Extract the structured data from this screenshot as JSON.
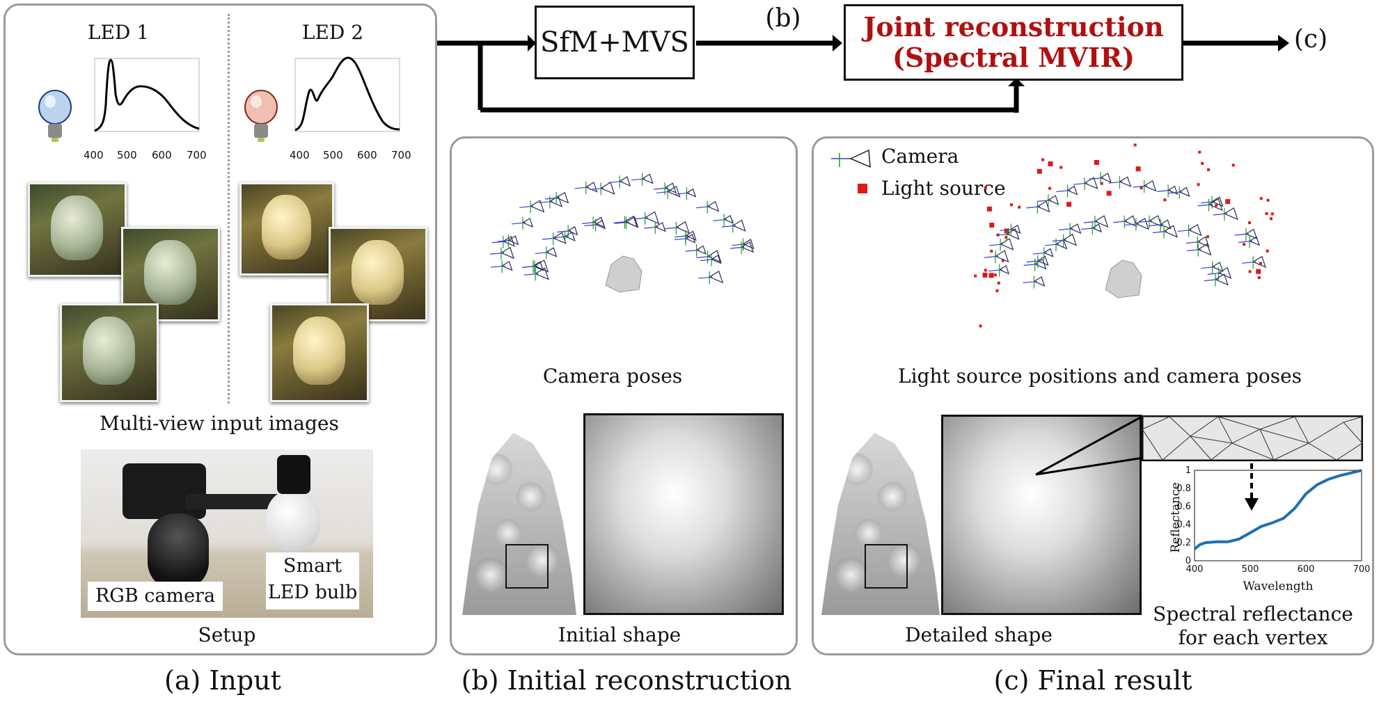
{
  "panel_a": {
    "led1_title": "LED 1",
    "led2_title": "LED 2",
    "spectrum_ticks": [
      "400",
      "500",
      "600",
      "700"
    ],
    "multiview_caption": "Multi-view input images",
    "setup_camera_label": "RGB camera",
    "setup_bulb_line1": "Smart",
    "setup_bulb_line2": "LED bulb",
    "setup_caption": "Setup",
    "bottom_caption": "(a) Input"
  },
  "flow": {
    "sfm_label": "SfM+MVS",
    "b_label": "(b)",
    "joint_line1": "Joint reconstruction",
    "joint_line2": "(Spectral MVIR)",
    "c_label": "(c)"
  },
  "panel_b": {
    "camera_poses_caption": "Camera poses",
    "initial_shape_caption": "Initial shape",
    "bottom_caption": "(b) Initial reconstruction"
  },
  "panel_c": {
    "legend_camera": "Camera",
    "legend_light": "Light source",
    "positions_caption": "Light source positions and camera poses",
    "detailed_shape_caption": "Detailed shape",
    "reflectance_caption_line1": "Spectral reflectance",
    "reflectance_caption_line2": "for each vertex",
    "bottom_caption": "(c) Final result"
  },
  "colors": {
    "joint_text": "#b01010",
    "light_marker": "#e01818",
    "reflectance_curve": "#1f6fb2"
  },
  "chart_data": {
    "type": "line",
    "ylabel": "Reflectance",
    "xlabel": "Wavelength",
    "xlim": [
      400,
      700
    ],
    "ylim": [
      0,
      1
    ],
    "x_ticks": [
      "400",
      "500",
      "600",
      "700"
    ],
    "y_ticks": [
      "0",
      "0.2",
      "0.4",
      "0.6",
      "0.8",
      "1"
    ],
    "grid": false,
    "series": [
      {
        "x": [
          400,
          410,
          420,
          440,
          460,
          480,
          500,
          520,
          540,
          560,
          580,
          600,
          620,
          640,
          660,
          680,
          700
        ],
        "y": [
          0.13,
          0.18,
          0.2,
          0.21,
          0.21,
          0.24,
          0.31,
          0.38,
          0.42,
          0.47,
          0.58,
          0.74,
          0.84,
          0.9,
          0.94,
          0.97,
          1.0
        ]
      }
    ]
  }
}
